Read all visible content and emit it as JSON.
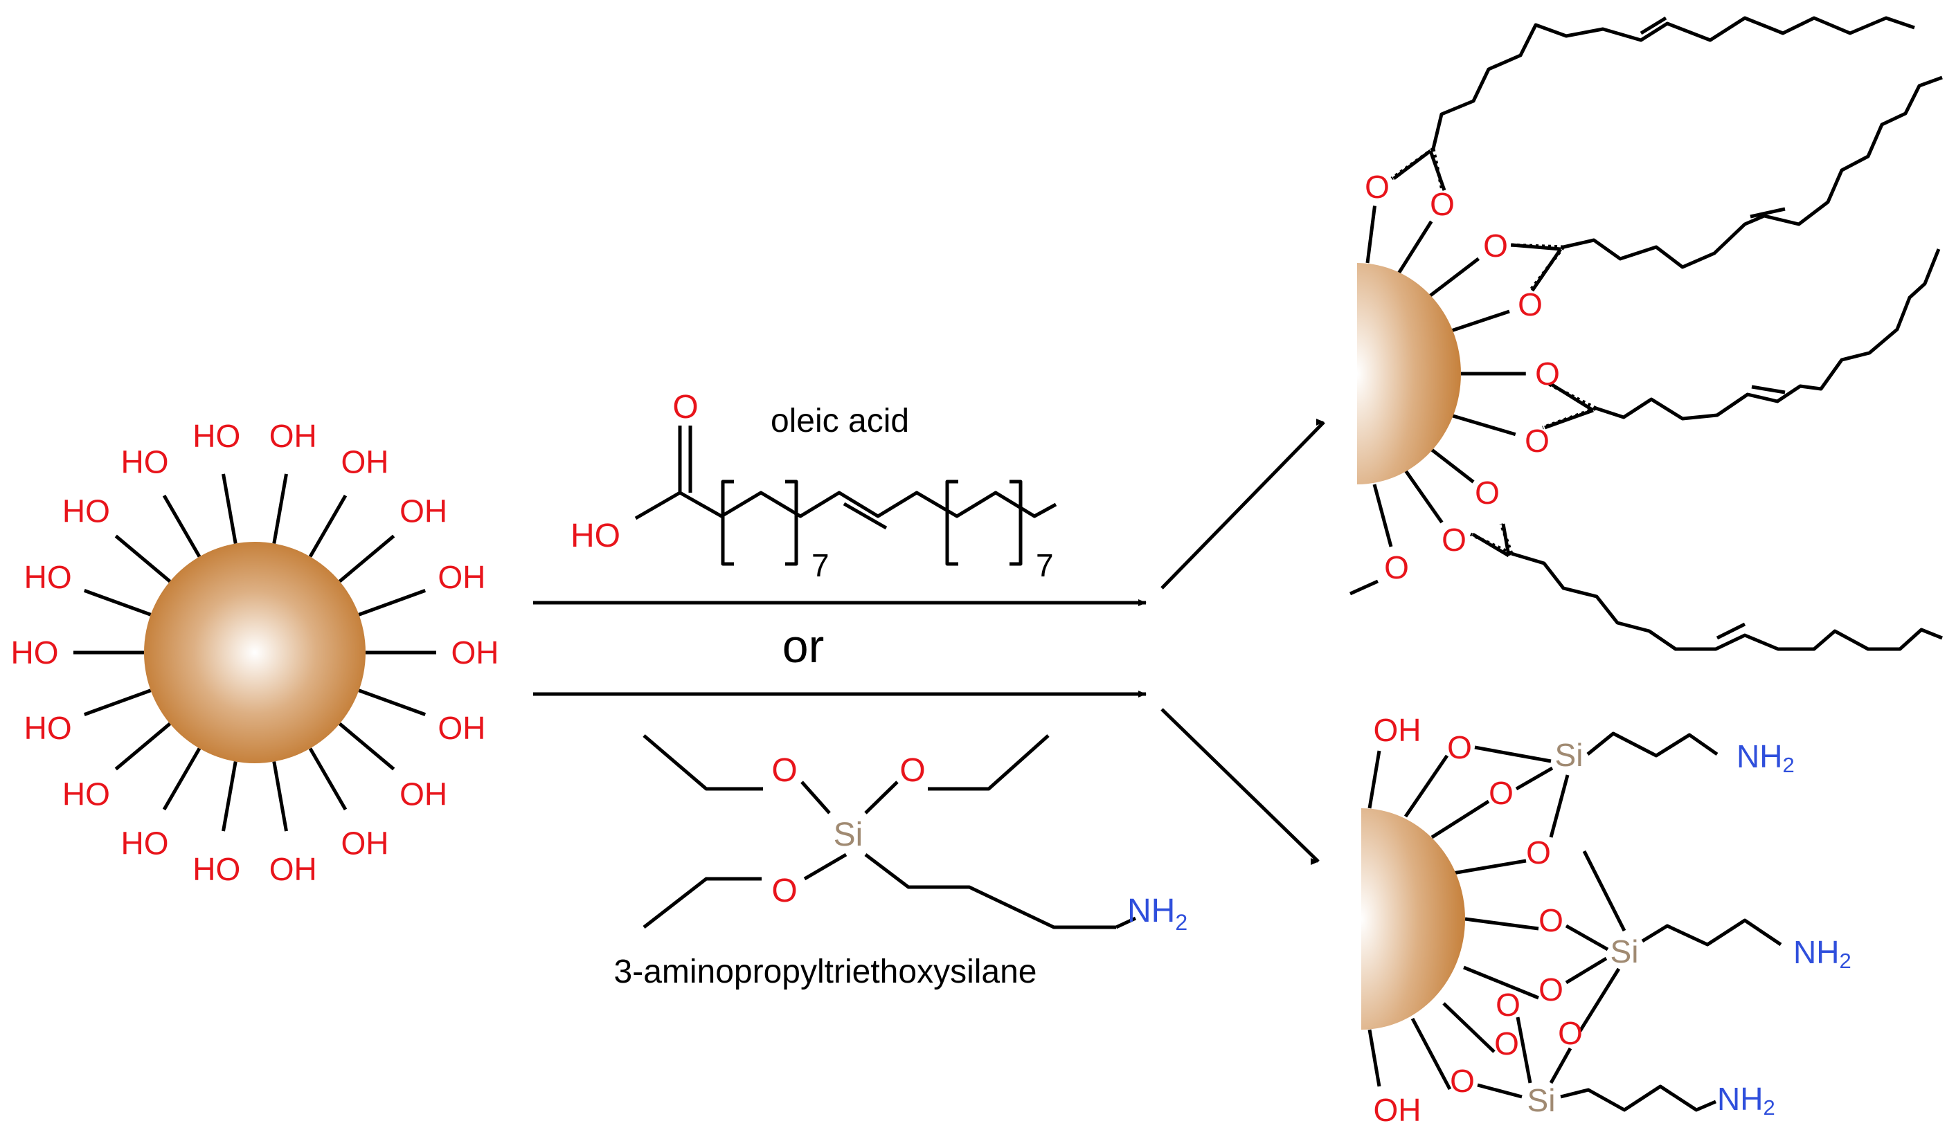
{
  "colors": {
    "oxygen": "#e8141b",
    "nitrogen": "#2f4fdc",
    "silicon": "#a08a72",
    "bond": "#000000",
    "particle_edge": "#c8823e",
    "particle_core": "#ffffff"
  },
  "labels": {
    "hydroxyl": "HO",
    "hydroxyl_right": "OH",
    "oxygen": "O",
    "silicon": "Si",
    "amine": "NH",
    "amine_sub": "2",
    "oleic_acid": "oleic acid",
    "repeat_count": "7",
    "or": "or",
    "aptes": "3-aminopropyltriethoxysilane"
  }
}
